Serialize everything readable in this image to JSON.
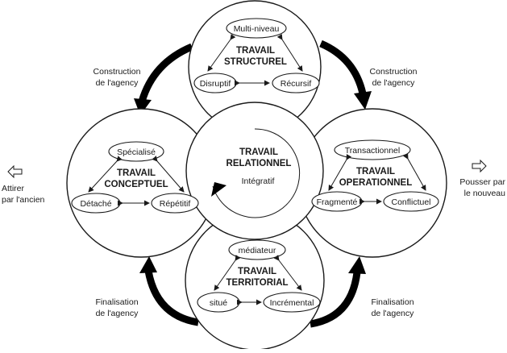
{
  "circles": {
    "structurel": {
      "title_lines": [
        "TRAVAIL",
        "STRUCTUREL"
      ],
      "nodes": [
        "Multi-niveau",
        "Disruptif",
        "Récursif"
      ]
    },
    "conceptuel": {
      "title_lines": [
        "TRAVAIL",
        "CONCEPTUEL"
      ],
      "nodes": [
        "Spécialisé",
        "Détaché",
        "Répétitif"
      ]
    },
    "operationnel": {
      "title_lines": [
        "TRAVAIL",
        "OPERATIONNEL"
      ],
      "nodes": [
        "Transactionnel",
        "Fragmenté",
        "Conflictuel"
      ]
    },
    "territorial": {
      "title_lines": [
        "TRAVAIL",
        "TERRITORIAL"
      ],
      "nodes": [
        "médiateur",
        "situé",
        "Incrémental"
      ]
    },
    "relationnel": {
      "title_lines": [
        "TRAVAIL",
        "RELATIONNEL"
      ],
      "subtitle": "Intégratif"
    }
  },
  "arrow_labels": {
    "top_left": [
      "Construction",
      "de l'agency"
    ],
    "top_right": [
      "Construction",
      "de l'agency"
    ],
    "bottom_left": [
      "Finalisation",
      "de l'agency"
    ],
    "bottom_right": [
      "Finalisation",
      "de l'agency"
    ]
  },
  "side_labels": {
    "left": [
      "Attirer",
      "par l'ancien"
    ],
    "right": [
      "Pousser par",
      "le nouveau"
    ]
  },
  "colors": {
    "ink": "#1a1a1a",
    "background": "#ffffff"
  }
}
